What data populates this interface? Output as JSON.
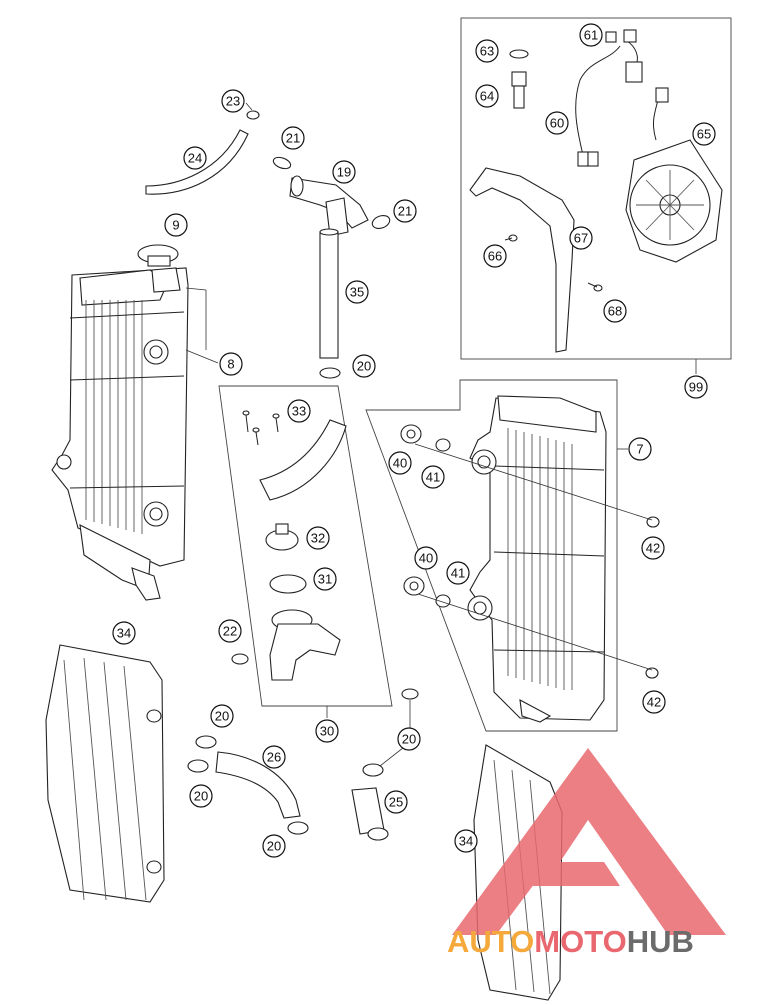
{
  "callouts": [
    {
      "id": "c9",
      "label": "9"
    },
    {
      "id": "c8",
      "label": "8"
    },
    {
      "id": "c23",
      "label": "23"
    },
    {
      "id": "c24",
      "label": "24"
    },
    {
      "id": "c21a",
      "label": "21"
    },
    {
      "id": "c19",
      "label": "19"
    },
    {
      "id": "c21b",
      "label": "21"
    },
    {
      "id": "c35",
      "label": "35"
    },
    {
      "id": "c20a",
      "label": "20"
    },
    {
      "id": "c33",
      "label": "33"
    },
    {
      "id": "c32",
      "label": "32"
    },
    {
      "id": "c31",
      "label": "31"
    },
    {
      "id": "c22",
      "label": "22"
    },
    {
      "id": "c30",
      "label": "30"
    },
    {
      "id": "c34a",
      "label": "34"
    },
    {
      "id": "c20b",
      "label": "20"
    },
    {
      "id": "c20c",
      "label": "20"
    },
    {
      "id": "c26",
      "label": "26"
    },
    {
      "id": "c20d",
      "label": "20"
    },
    {
      "id": "c20e",
      "label": "20"
    },
    {
      "id": "c25",
      "label": "25"
    },
    {
      "id": "c63",
      "label": "63"
    },
    {
      "id": "c61",
      "label": "61"
    },
    {
      "id": "c64",
      "label": "64"
    },
    {
      "id": "c60",
      "label": "60"
    },
    {
      "id": "c65",
      "label": "65"
    },
    {
      "id": "c67",
      "label": "67"
    },
    {
      "id": "c66",
      "label": "66"
    },
    {
      "id": "c68",
      "label": "68"
    },
    {
      "id": "c99",
      "label": "99"
    },
    {
      "id": "c7",
      "label": "7"
    },
    {
      "id": "c40a",
      "label": "40"
    },
    {
      "id": "c41a",
      "label": "41"
    },
    {
      "id": "c42a",
      "label": "42"
    },
    {
      "id": "c40b",
      "label": "40"
    },
    {
      "id": "c41b",
      "label": "41"
    },
    {
      "id": "c42b",
      "label": "42"
    },
    {
      "id": "c34b",
      "label": "34"
    }
  ],
  "watermark": {
    "part1": "AUTO",
    "part2": "MOTO",
    "part3": "HUB",
    "color_orange": "#f4a93a",
    "color_red": "#e9686f",
    "color_gray": "#6b6b6b"
  }
}
